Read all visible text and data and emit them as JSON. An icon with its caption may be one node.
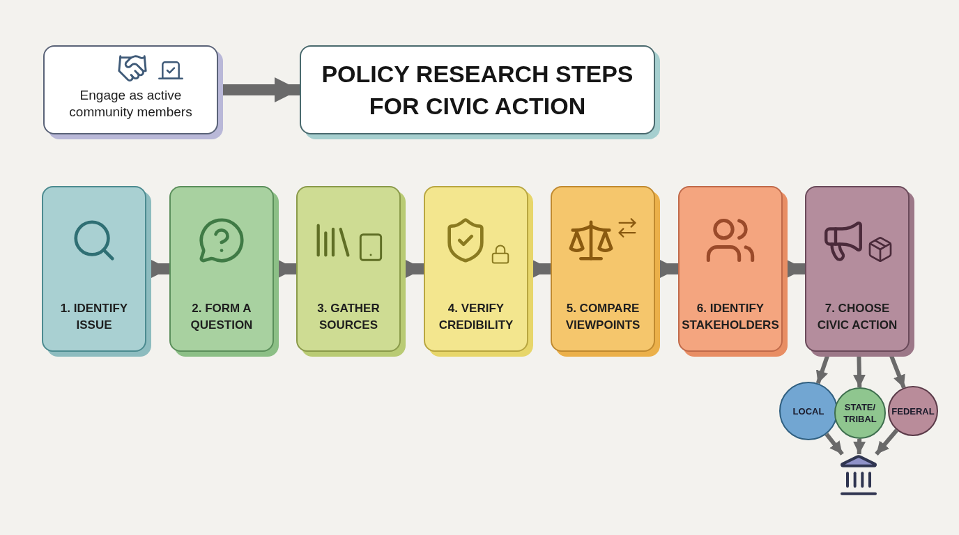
{
  "diagram": {
    "nodes": [
      {
        "text": [
          "Engage as active community members"
        ]
      },
      {
        "text": [
          "POLICY RESEARCH STEPS FOR CIVIC ACTION"
        ]
      },
      {
        "text": [
          "1. IDENTIFY ISSUE"
        ]
      },
      {
        "text": [
          "2. FORM A QUESTION"
        ]
      },
      {
        "text": [
          "3. GATHER SOURCES"
        ]
      },
      {
        "text": [
          "4. VERIFY CREDIBILITY"
        ]
      },
      {
        "text": [
          "5. COMPARE VIEWPOINTS"
        ]
      },
      {
        "text": [
          "6. IDENTIFY STAKEHOLDERS"
        ]
      },
      {
        "text": [
          "7. CHOOSE CIVIC ACTION"
        ]
      },
      {
        "text": [
          "LOCAL"
        ]
      },
      {
        "text": [
          "STATE/ TRIBAL"
        ]
      },
      {
        "text": [
          "FEDERAL"
        ]
      },
      {
        "text": [],
        "shape": "picture"
      }
    ],
    "edges": [
      {
        "from": 0,
        "to": 1,
        "arrow": "to"
      },
      {
        "from": 2,
        "to": 3,
        "arrow": "to"
      },
      {
        "from": 3,
        "to": 4,
        "arrow": "to"
      },
      {
        "from": 4,
        "to": 5,
        "arrow": "to"
      },
      {
        "from": 5,
        "to": 6,
        "arrow": "to"
      },
      {
        "from": 6,
        "to": 7,
        "arrow": "to"
      },
      {
        "from": 7,
        "to": 8,
        "arrow": "to"
      },
      {
        "from": 8,
        "to": 9,
        "arrow": "to"
      },
      {
        "from": 8,
        "to": 10,
        "arrow": "to"
      },
      {
        "from": 8,
        "to": 11,
        "arrow": "to"
      },
      {
        "from": 9,
        "to": 12,
        "arrow": "to"
      },
      {
        "from": 10,
        "to": 12,
        "arrow": "to"
      },
      {
        "from": 11,
        "to": 12,
        "arrow": "to"
      }
    ]
  }
}
